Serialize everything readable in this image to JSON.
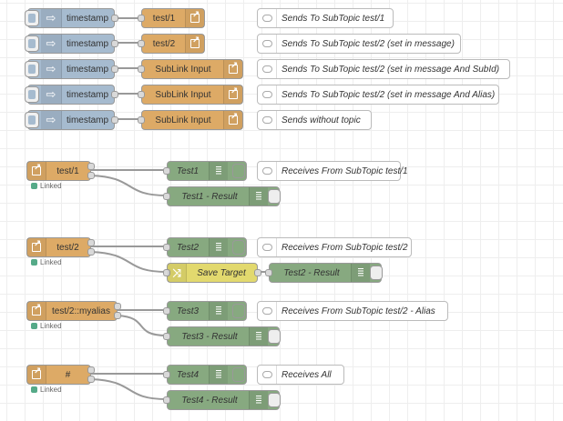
{
  "inject_rows": [
    {
      "inject": "timestamp",
      "link": "test/1",
      "comment": "Sends To SubTopic test/1"
    },
    {
      "inject": "timestamp",
      "link": "test/2",
      "comment": "Sends To SubTopic test/2 (set in message)"
    },
    {
      "inject": "timestamp",
      "link": "SubLink Input",
      "comment": "Sends To SubTopic test/2 (set in message And SubId)"
    },
    {
      "inject": "timestamp",
      "link": "SubLink Input",
      "comment": "Sends To SubTopic test/2 (set in message And Alias)"
    },
    {
      "inject": "timestamp",
      "link": "SubLink Input",
      "comment": "Sends without topic"
    }
  ],
  "receive_groups": [
    {
      "link": "test/1",
      "status": "Linked",
      "debug": "Test1",
      "result": "Test1 - Result",
      "comment": "Receives From SubTopic test/1"
    },
    {
      "link": "test/2",
      "status": "Linked",
      "debug": "Test2",
      "change": "Save Target",
      "result": "Test2 - Result",
      "comment": "Receives From SubTopic test/2"
    },
    {
      "link": "test/2::myalias",
      "status": "Linked",
      "debug": "Test3",
      "result": "Test3 - Result",
      "comment": "Receives From SubTopic test/2 - Alias"
    },
    {
      "link": "#",
      "status": "Linked",
      "debug": "Test4",
      "result": "Test4 - Result",
      "comment": "Receives All"
    }
  ],
  "colors": {
    "inject": "#a6bbcf",
    "link": "#ddaa66",
    "debug": "#87a980",
    "change": "#e2d96e",
    "wire": "#999999",
    "status_ok": "#55aa88"
  },
  "icons": {
    "inject": "arrow-in-icon",
    "link": "link-out-icon",
    "debug": "debug-list-icon",
    "comment": "comment-bubble-icon",
    "change": "shuffle-icon"
  }
}
